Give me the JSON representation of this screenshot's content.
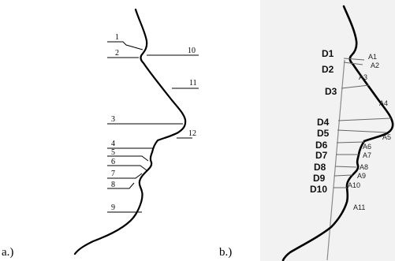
{
  "panels": [
    {
      "caption": "a.)",
      "labels": [
        "1",
        "2",
        "3",
        "4",
        "5",
        "6",
        "7",
        "8",
        "9",
        "10",
        "11",
        "12"
      ]
    },
    {
      "caption": "b.)",
      "distance_labels": [
        "D1",
        "D2",
        "D3",
        "D4",
        "D5",
        "D6",
        "D7",
        "D8",
        "D9",
        "D10"
      ],
      "angle_labels": [
        "A1",
        "A2",
        "A3",
        "A4",
        "A5",
        "A6",
        "A7",
        "A8",
        "A9",
        "A10",
        "A11"
      ]
    }
  ],
  "colors": {
    "profile": "#000000",
    "panel_b_background": "#f2f2f2",
    "reference_line": "#888888",
    "arrow": "#666666"
  }
}
